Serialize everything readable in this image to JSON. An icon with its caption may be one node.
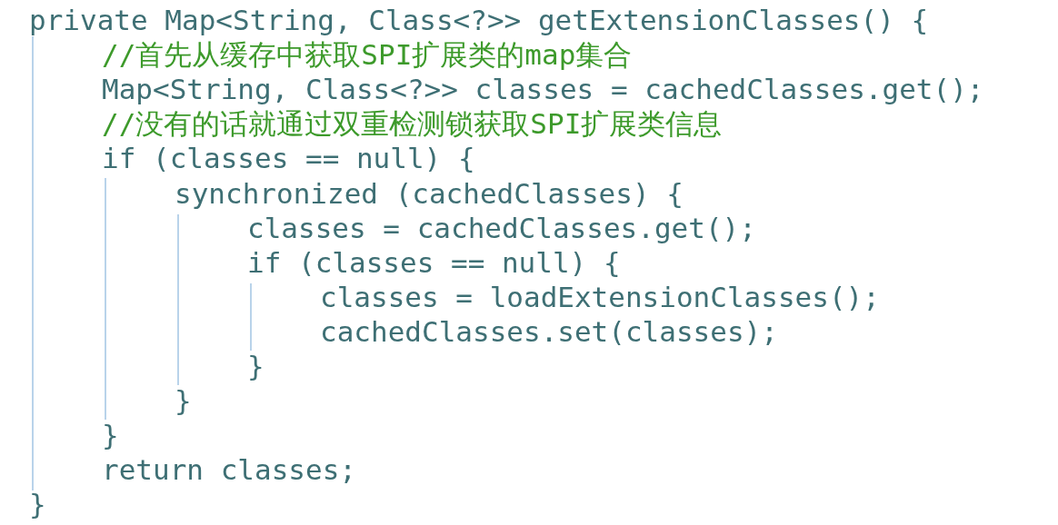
{
  "diagram": {
    "labels": [
      "private Map<String, Class<?>> getExtensionClasses() {",
      "//首先从缓存中获取SPI扩展类的map集合",
      "Map<String, Class<?>> classes = cachedClasses.get();",
      "//没有的话就通过双重检测锁获取SPI扩展类信息",
      "if (classes == null) {",
      "synchronized (cachedClasses) {",
      "classes = cachedClasses.get();",
      "if (classes == null) {",
      "classes = loadExtensionClasses();",
      "cachedClasses.set(classes);",
      "}",
      "}",
      "}",
      "return classes;",
      "}"
    ]
  }
}
